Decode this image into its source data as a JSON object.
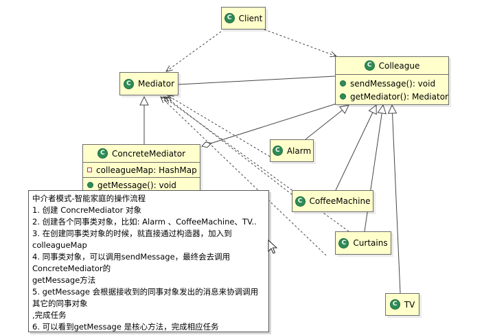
{
  "classes": {
    "client": {
      "name": "Client"
    },
    "mediator": {
      "name": "Mediator"
    },
    "colleague": {
      "name": "Colleague",
      "methods": [
        "sendMessage(): void",
        "getMediator(): Mediator"
      ]
    },
    "concrete_mediator": {
      "name": "ConcreteMediator",
      "fields": [
        "colleagueMap: HashMap"
      ],
      "methods": [
        "getMessage(): void"
      ]
    },
    "alarm": {
      "name": "Alarm"
    },
    "coffee_machine": {
      "name": "CoffeeMachine"
    },
    "curtains": {
      "name": "Curtains"
    },
    "tv": {
      "name": "TV"
    }
  },
  "note": {
    "lines": [
      "中介者模式-智能家庭的操作流程",
      "1. 创建 ConcreMediator 对象",
      "2. 创建各个同事类对象，比如: Alarm 、CoffeeMachine、TV..",
      "3. 在创建同事类对象的时候，就直接通过构造器，加入到",
      "colleagueMap",
      "4. 同事类对象，可以调用sendMessage，最终会去调用",
      "ConcreteMediator的",
      "getMessage方法",
      "5. getMessage 会根据接收到的同事对象发出的消息来协调调用",
      "其它的同事对象",
      ",完成任务",
      "6. 可以看到getMessage 是核心方法，完成相应任务"
    ]
  },
  "colors": {
    "class_fill": "#ffffcc",
    "class_border": "#6b6b6b",
    "class_icon": "#2e8b57",
    "edge": "#444444"
  }
}
